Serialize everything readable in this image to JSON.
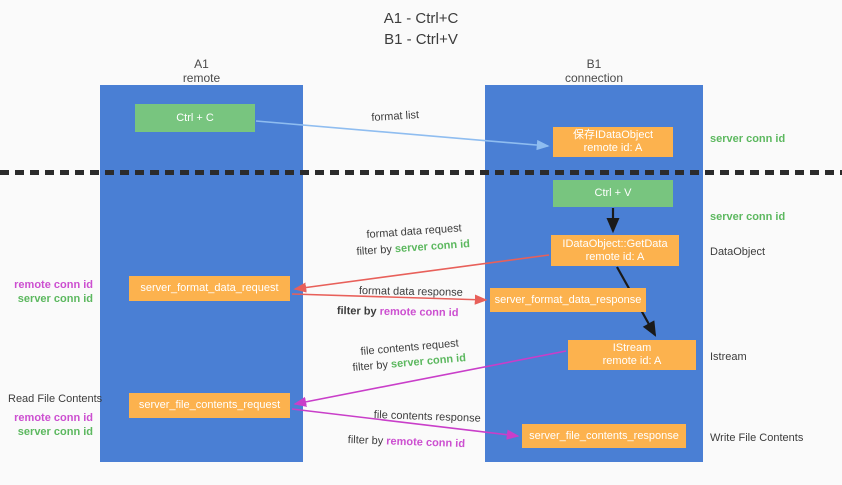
{
  "title": {
    "line1": "A1 - Ctrl+C",
    "line2": "B1 - Ctrl+V"
  },
  "columns": {
    "a1": {
      "name": "A1",
      "role": "remote"
    },
    "b1": {
      "name": "B1",
      "role": "connection"
    }
  },
  "nodes": {
    "ctrl_c": {
      "label": "Ctrl + C",
      "color": "#78c57f"
    },
    "ctrl_v": {
      "label": "Ctrl + V",
      "color": "#78c57f"
    },
    "idataobject": {
      "line1": "保存IDataObject",
      "line2": "remote id: A",
      "color": "#fcb24e"
    },
    "getdata": {
      "line1": "IDataObject::GetData",
      "line2": "remote id: A",
      "color": "#fcb24e"
    },
    "istream": {
      "line1": "IStream",
      "line2": "remote id: A",
      "color": "#fcb24e"
    },
    "server_format_data_request": {
      "label": "server_format_data_request",
      "color": "#fcb24e"
    },
    "server_format_data_response": {
      "label": "server_format_data_response",
      "color": "#fcb24e"
    },
    "server_file_contents_request": {
      "label": "server_file_contents_request",
      "color": "#fcb24e"
    },
    "server_file_contents_response": {
      "label": "server_file_contents_response",
      "color": "#fcb24e"
    }
  },
  "edge_labels": {
    "format_list": "format list",
    "format_data_request": "format data request",
    "format_data_request_filter_prefix": "filter by ",
    "format_data_request_filter_value": "server conn id",
    "format_data_response": "format data response",
    "format_data_response_filter_prefix": "filter by ",
    "format_data_response_filter_value": "remote conn id",
    "file_contents_request": "file contents request",
    "file_contents_request_filter_prefix": "filter by ",
    "file_contents_request_filter_value": "server conn id",
    "file_contents_response": "file contents response",
    "file_contents_response_filter_prefix": "filter by ",
    "file_contents_response_filter_value": "remote conn id"
  },
  "side_labels": {
    "right_server_conn_id_1": "server conn id",
    "right_server_conn_id_2": "server conn id",
    "right_dataobject": "DataObject",
    "right_istream": "Istream",
    "right_write_file_contents": "Write File Contents",
    "left_remote_conn_id_1": "remote conn id",
    "left_server_conn_id_1": "server conn id",
    "left_read_file_contents": "Read File Contents",
    "left_remote_conn_id_2": "remote conn id",
    "left_server_conn_id_2": "server conn id"
  },
  "colors": {
    "background": "#fafafa",
    "panel_blue": "#4a7fd4",
    "node_green": "#78c57f",
    "node_orange": "#fcb24e",
    "conn_remote_purple": "#cc4fd0",
    "conn_server_green": "#5cb85f",
    "edge_lightblue": "#8fbdf0",
    "edge_red": "#e8605a",
    "edge_magenta": "#c93ec9",
    "edge_black": "#1a1a1a",
    "divider_black": "#2b2b2b"
  }
}
